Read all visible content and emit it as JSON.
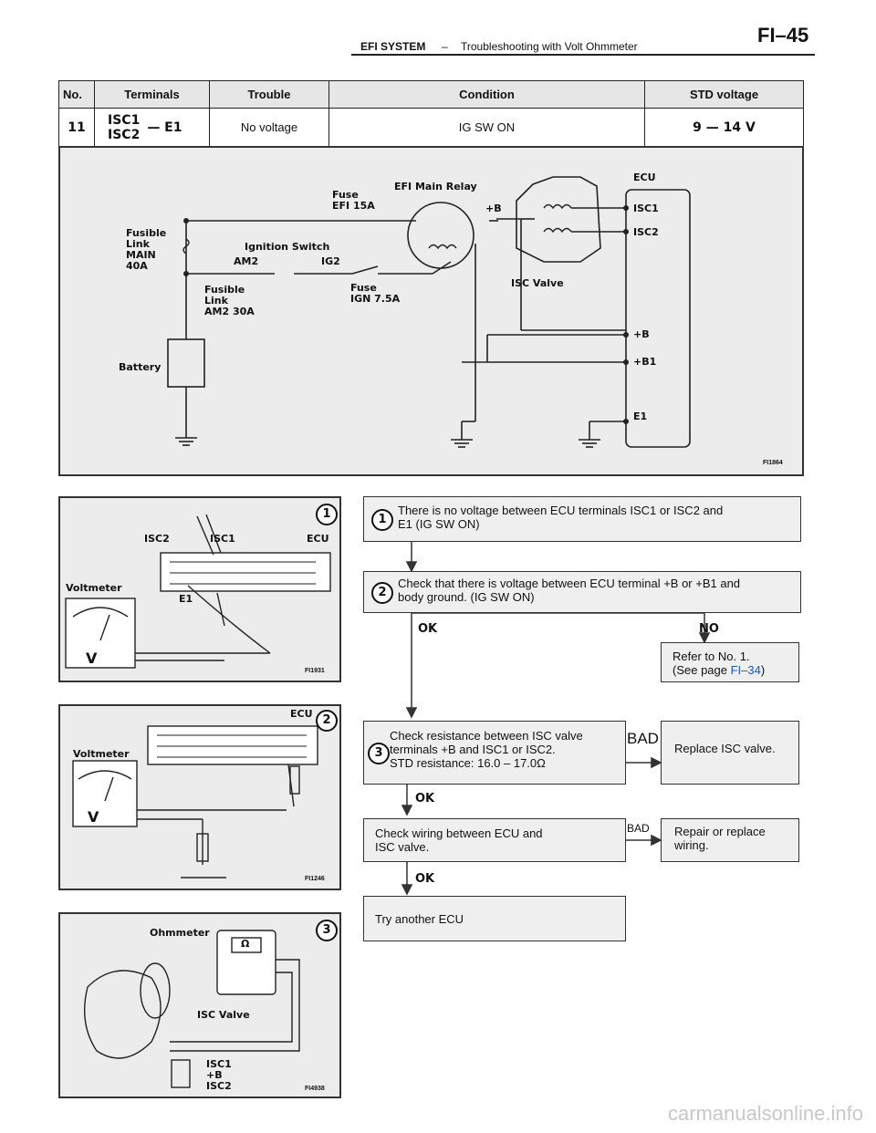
{
  "header": {
    "section": "EFI SYSTEM",
    "separator": "–",
    "subtitle": "Troubleshooting with Volt Ohmmeter",
    "page_code": "FI–45"
  },
  "spec_table": {
    "headers": {
      "no": "No.",
      "terminals": "Terminals",
      "trouble": "Trouble",
      "condition": "Condition",
      "std": "STD voltage"
    },
    "row": {
      "no": "11",
      "terminal_a": "ISC1",
      "terminal_b": "ISC2",
      "terminal_c": "— E1",
      "trouble": "No voltage",
      "condition": "IG SW ON",
      "std": "9 — 14 V"
    }
  },
  "circuit": {
    "labels": {
      "fusible_link_main": [
        "Fusible",
        "Link",
        "MAIN",
        "40A"
      ],
      "battery": "Battery",
      "ignition_switch": "Ignition Switch",
      "am2": "AM2",
      "ig2": "IG2",
      "fusible_link_am2": [
        "Fusible",
        "Link",
        "AM2 30A"
      ],
      "fuse_efi": [
        "Fuse",
        "EFI 15A"
      ],
      "fuse_ign": [
        "Fuse",
        "IGN 7.5A"
      ],
      "efi_main_relay": "EFI Main Relay",
      "plus_b_relay": "+B",
      "isc_valve": "ISC Valve",
      "ecu": "ECU",
      "isc1": "ISC1",
      "isc2": "ISC2",
      "plus_b": "+B",
      "plus_b1": "+B1",
      "e1": "E1"
    },
    "fig_code": "FI1864"
  },
  "fig1": {
    "labels": {
      "isc2": "ISC2",
      "isc1": "ISC1",
      "ecu": "ECU",
      "voltmeter": "Voltmeter",
      "e1": "E1",
      "v": "V"
    },
    "step": "1",
    "fig_code": "FI1931"
  },
  "fig2": {
    "labels": {
      "ecu": "ECU",
      "voltmeter": "Voltmeter",
      "v": "V"
    },
    "step": "2",
    "fig_code": "FI1246"
  },
  "fig3": {
    "labels": {
      "ohmmeter": "Ohmmeter",
      "isc_valve": "ISC Valve",
      "isc1": "ISC1",
      "plus_b": "+B",
      "isc2": "ISC2",
      "omega": "Ω"
    },
    "step": "3",
    "fig_code": "FI4938"
  },
  "flow": {
    "step1": {
      "num": "1",
      "line1": "There is no voltage between ECU terminals ISC1 or ISC2 and",
      "line2": "E1 (IG SW ON)"
    },
    "step2": {
      "num": "2",
      "line1": "Check that there is voltage between ECU terminal +B or +B1 and",
      "line2": "body ground. (IG SW ON)"
    },
    "ok1": "OK",
    "no1": "NO",
    "refer": {
      "line1": "Refer to No. 1.",
      "line2_pre": "(See page ",
      "link": "FI–34",
      "line2_post": ")"
    },
    "step3": {
      "num": "3",
      "line1": "Check resistance between ISC valve",
      "line2": "terminals +B and ISC1 or ISC2.",
      "line3": "STD resistance: 16.0 – 17.0Ω"
    },
    "bad1": "BAD",
    "replace": "Replace ISC valve.",
    "ok2": "OK",
    "wiring": {
      "line1": "Check wiring between ECU and",
      "line2": "ISC valve."
    },
    "bad2": "BAD",
    "repair": {
      "line1": "Repair or replace",
      "line2": "wiring."
    },
    "ok3": "OK",
    "try_ecu": "Try another ECU"
  },
  "watermark": "carmanualsonline.info"
}
